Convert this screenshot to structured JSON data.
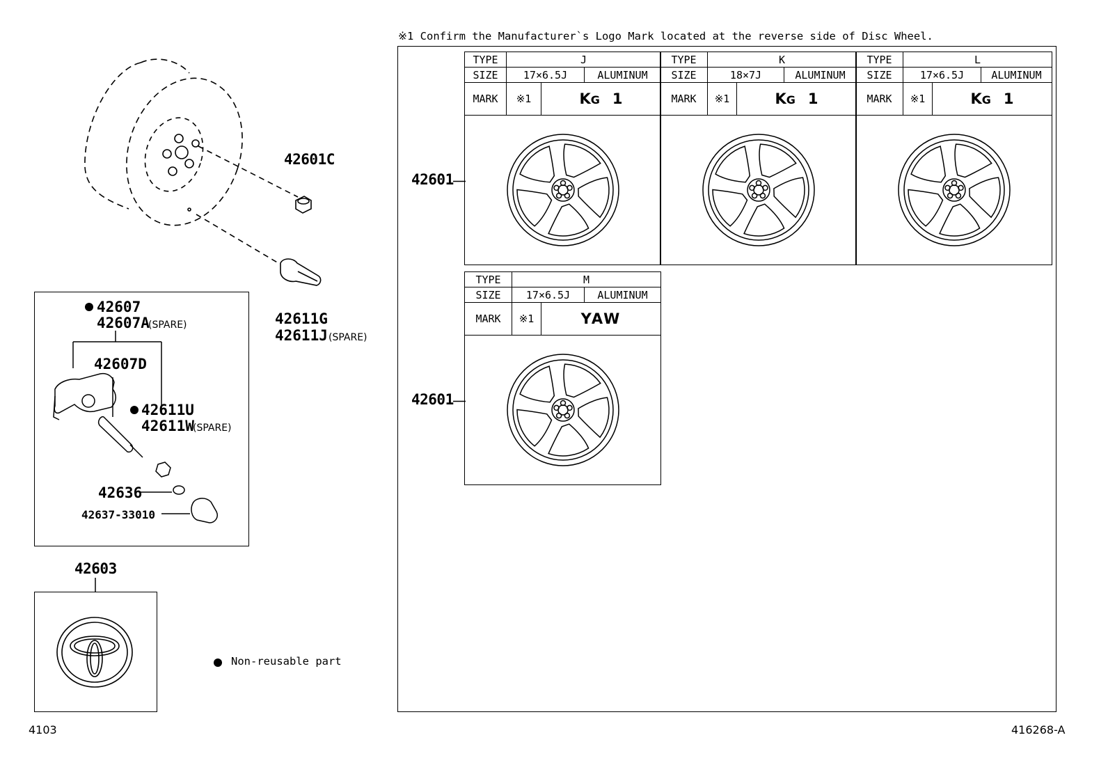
{
  "note": "※1  Confirm the Manufacturer`s Logo Mark located at the reverse side of Disc Wheel.",
  "parts": {
    "hub_nut": "42601C",
    "valve": "42611G",
    "valve_alt": "42611J",
    "spare_tag": "(SPARE)",
    "sensor": "42607",
    "sensor_alt": "42607A",
    "sensor_sub": "42607D",
    "sensor_valve": "42611U",
    "sensor_valve_alt": "42611W",
    "grommet": "42636",
    "cap": "42637-33010",
    "ornament": "42603",
    "wheel": "42601"
  },
  "legend": {
    "non_reusable": "Non-reusable part"
  },
  "footer": {
    "left": "4103",
    "right": "416268-A"
  },
  "labels": {
    "type": "TYPE",
    "size": "SIZE",
    "mark": "MARK",
    "ref": "※1"
  },
  "wheels": [
    {
      "type": "J",
      "size": "17×6.5J",
      "material": "ALUMINUM",
      "mark": "1"
    },
    {
      "type": "K",
      "size": "18×7J",
      "material": "ALUMINUM",
      "mark": "1"
    },
    {
      "type": "L",
      "size": "17×6.5J",
      "material": "ALUMINUM",
      "mark": "1"
    },
    {
      "type": "M",
      "size": "17×6.5J",
      "material": "ALUMINUM",
      "mark": "YAW"
    }
  ],
  "icons": {
    "wheel": "disc-wheel-icon",
    "logo": "manufacturer-logo-icon",
    "emblem": "toyota-emblem-icon",
    "bullet": "bullet-icon"
  }
}
